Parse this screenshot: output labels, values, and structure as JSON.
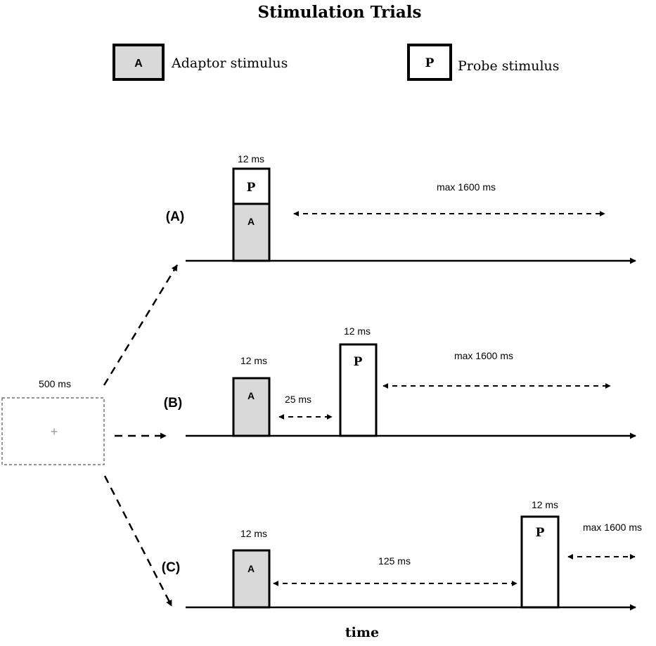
{
  "title": "Stimulation Trials",
  "legend": {
    "adaptor_letter": "A",
    "adaptor_label": "Adaptor stimulus",
    "probe_letter": "P",
    "probe_label": "Probe stimulus"
  },
  "colors": {
    "adaptor_fill": "#d9d9d9",
    "probe_fill": "#ffffff",
    "stroke": "#000000",
    "fixation_border": "#555555",
    "fixation_cross": "#9a9a9a"
  },
  "fixation": {
    "duration": "500 ms",
    "symbol": "+"
  },
  "trials": {
    "a": {
      "label": "(A)",
      "stim_duration": "12 ms",
      "adaptor_letter": "A",
      "probe_letter": "P",
      "response_window": "max 1600 ms"
    },
    "b": {
      "label": "(B)",
      "adaptor_duration": "12 ms",
      "adaptor_letter": "A",
      "gap": "25 ms",
      "probe_duration": "12 ms",
      "probe_letter": "P",
      "response_window": "max 1600 ms"
    },
    "c": {
      "label": "(C)",
      "adaptor_duration": "12 ms",
      "adaptor_letter": "A",
      "gap": "125 ms",
      "probe_duration": "12 ms",
      "probe_letter": "P",
      "response_window": "max 1600 ms"
    }
  },
  "axis_label": "time"
}
